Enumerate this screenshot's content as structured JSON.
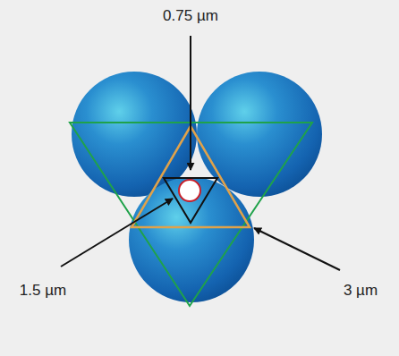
{
  "diagram": {
    "labels": [
      "0.75 µm",
      "1.5 µm",
      "3 µm"
    ]
  }
}
